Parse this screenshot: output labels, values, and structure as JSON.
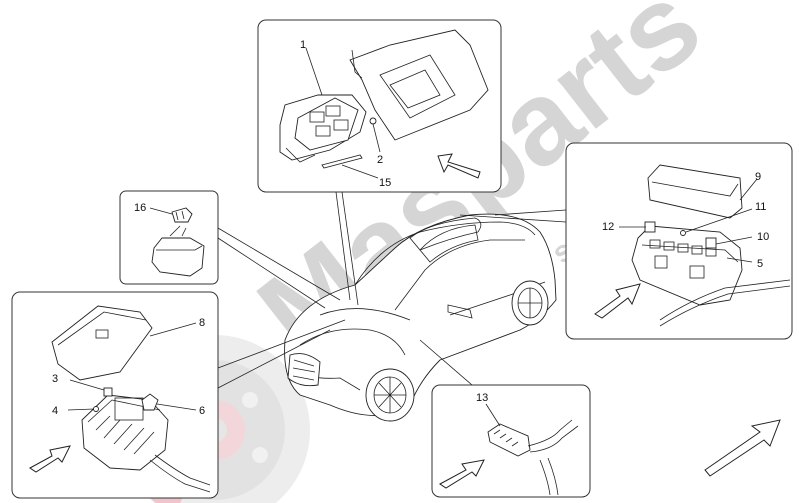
{
  "watermark": {
    "brand": "Masparts",
    "tagline": "Maserati parts specialist"
  },
  "callouts": {
    "c1": "1",
    "c2": "2",
    "c3": "3",
    "c4": "4",
    "c5": "5",
    "c6": "6",
    "c8": "8",
    "c9": "9",
    "c10": "10",
    "c11": "11",
    "c12": "12",
    "c13": "13",
    "c15": "15",
    "c16": "16"
  },
  "colors": {
    "line": "#222222",
    "watermark_grey": "#c8c8c8",
    "watermark_red": "#e8b7bd"
  }
}
